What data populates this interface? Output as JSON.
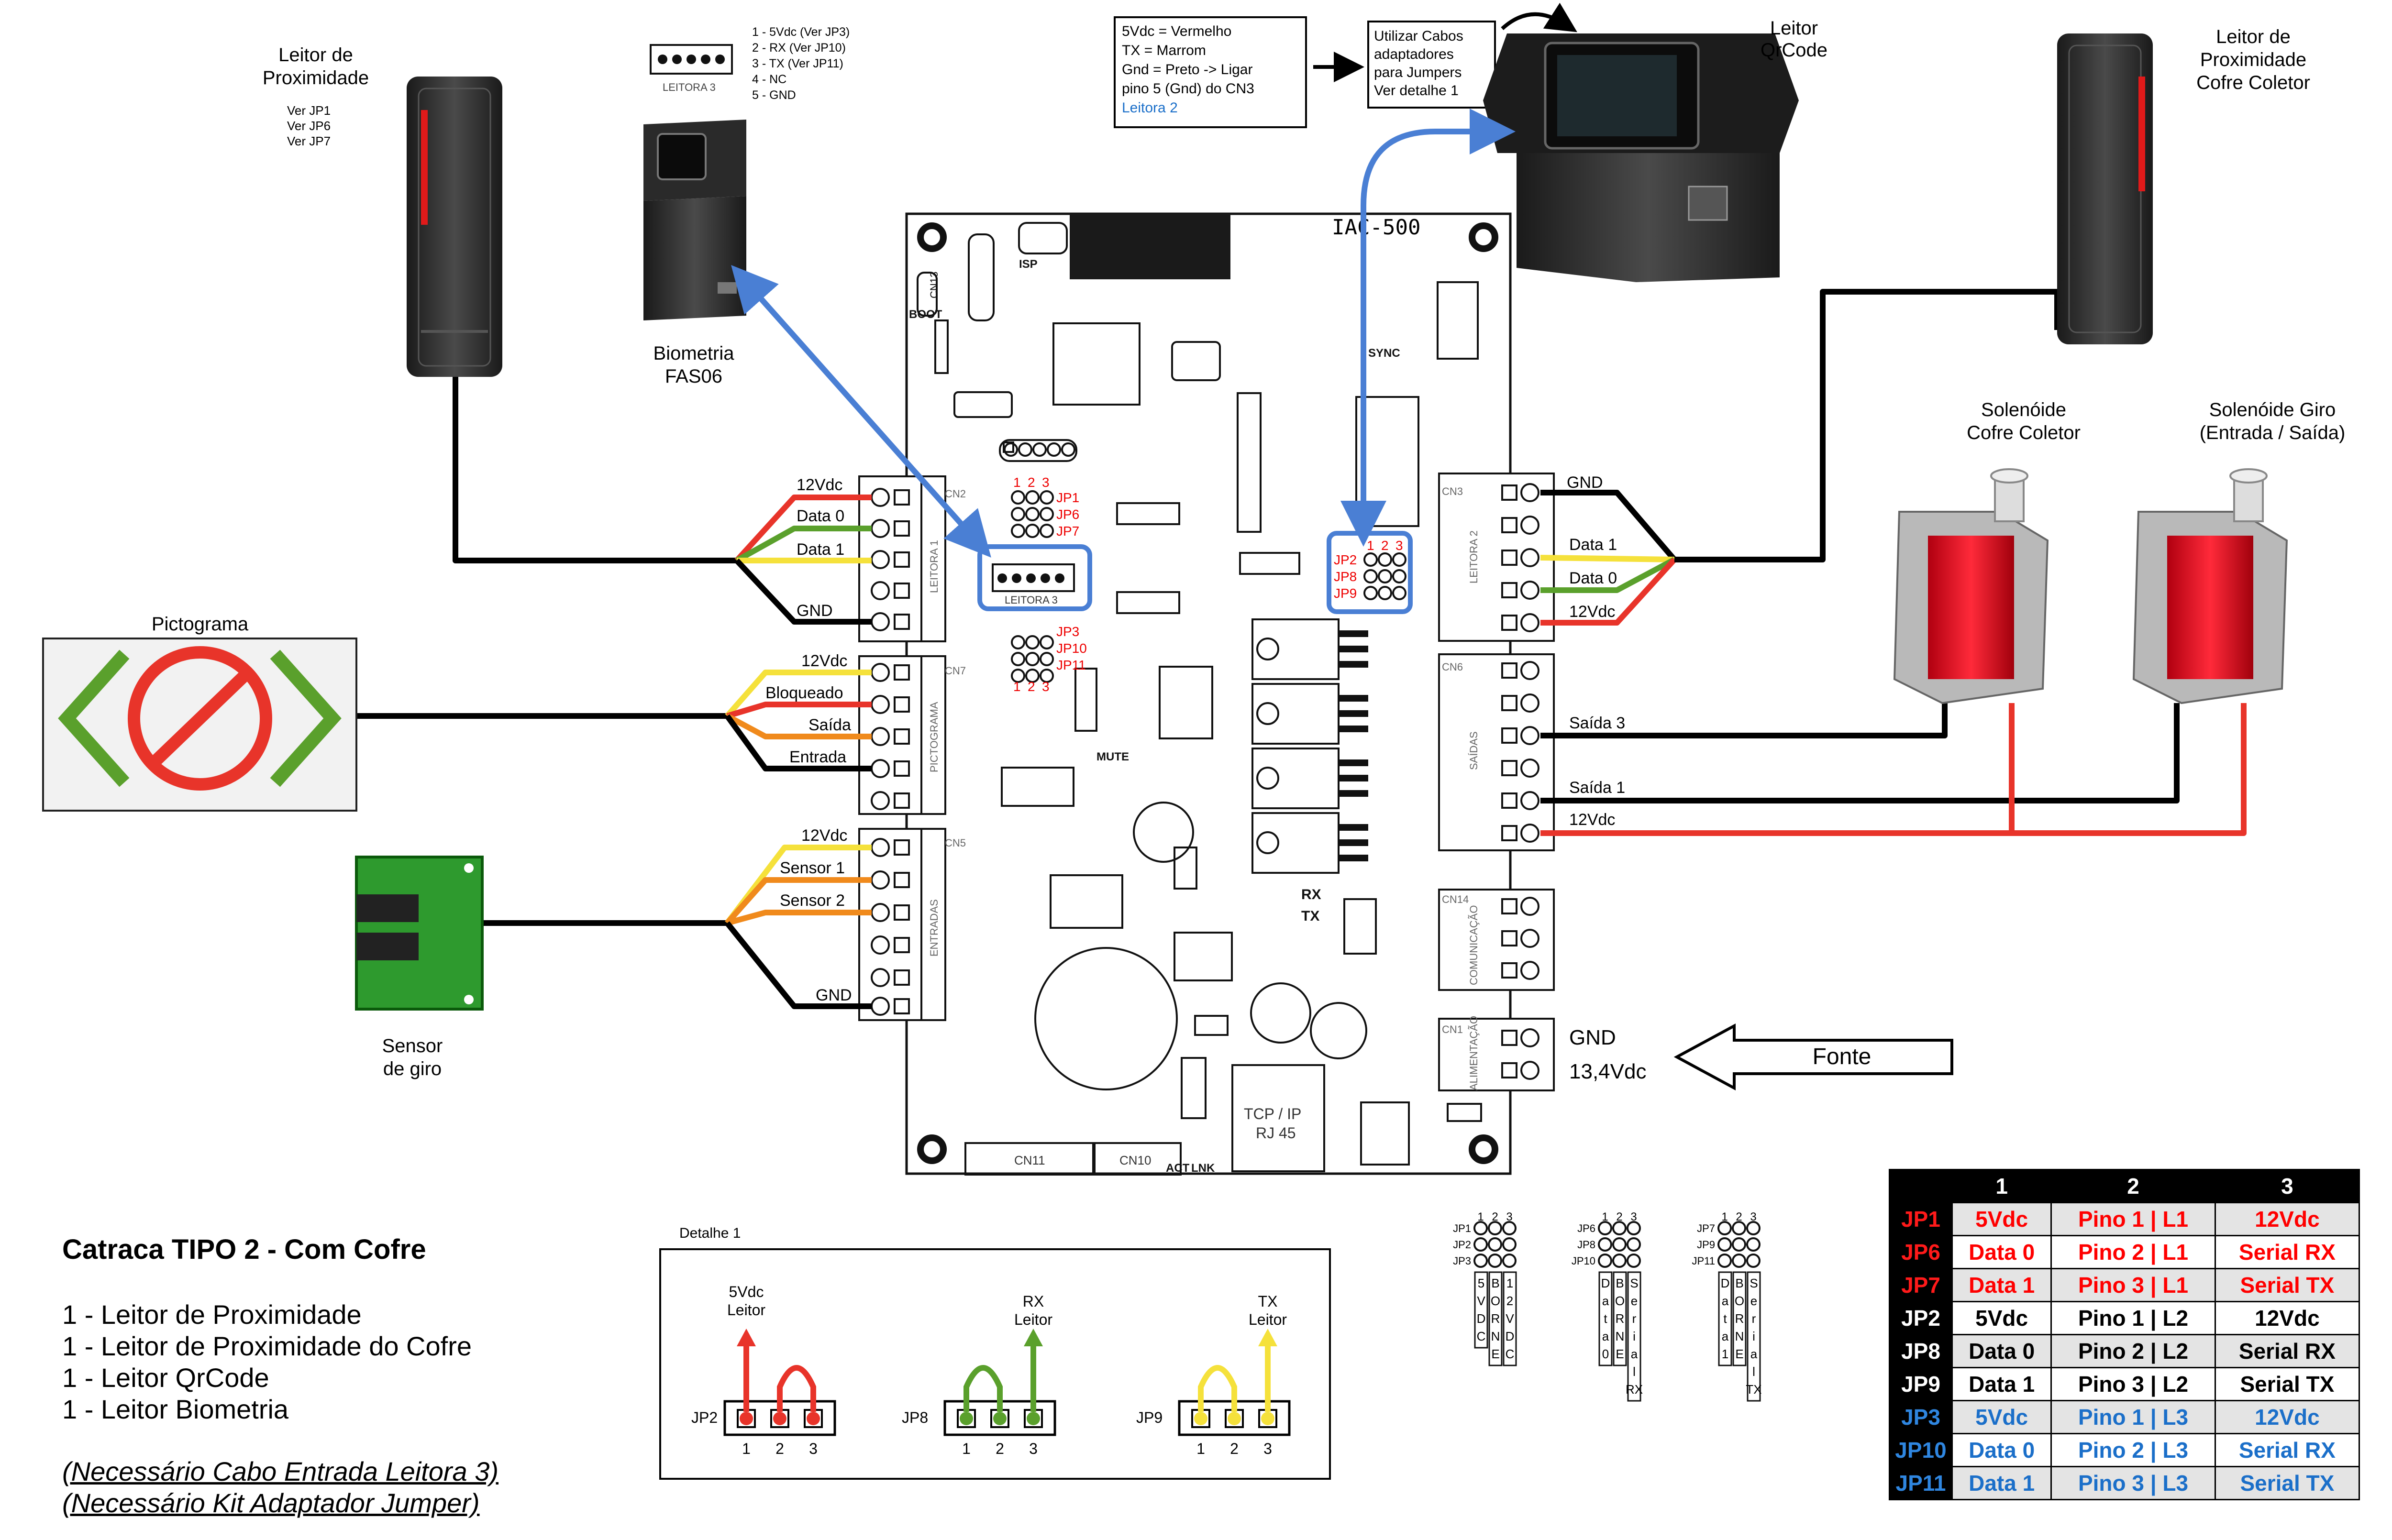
{
  "board": {
    "model": "IAC-500",
    "cn": {
      "cn2": "CN2",
      "cn7": "CN7",
      "cn5": "CN5",
      "cn3": "CN3",
      "cn6": "CN6",
      "cn14": "CN14",
      "cn1": "CN1",
      "cn11": "CN11",
      "cn10": "CN10",
      "cn13": "CN13"
    },
    "side": {
      "leitora1": "LEITORA 1",
      "pictograma": "PICTOGRAMA",
      "entradas": "ENTRADAS",
      "leitora2": "LEITORA 2",
      "saidas": "SAÍDAS",
      "comunicacao": "COMUNICAÇÃO",
      "alimentacao": "ALIMENTAÇÃO"
    },
    "marks": {
      "isp": "ISP",
      "boot": "BOOT",
      "sync": "SYNC",
      "mute": "MUTE",
      "rx": "RX",
      "tx": "TX",
      "act": "ACT",
      "lnk": "LNK",
      "leitora3": "LEITORA 3",
      "tcp1": "TCP / IP",
      "tcp2": "RJ 45"
    },
    "jp_left_top": [
      "JP1",
      "JP6",
      "JP7"
    ],
    "jp_left_bottom": [
      "JP3",
      "JP10",
      "JP11"
    ],
    "jp_right": [
      "JP2",
      "JP8",
      "JP9"
    ],
    "pin_nums": [
      "1",
      "2",
      "3"
    ]
  },
  "wires": {
    "cn2": [
      "12Vdc",
      "Data 0",
      "Data 1",
      "GND"
    ],
    "cn7": [
      "12Vdc",
      "Bloqueado",
      "Saída",
      "Entrada"
    ],
    "cn5": [
      "12Vdc",
      "Sensor 1",
      "Sensor 2",
      "GND"
    ],
    "cn3": [
      "GND",
      "Data 1",
      "Data 0",
      "12Vdc"
    ],
    "cn6": [
      "Saída 3",
      "Saída 1",
      "12Vdc"
    ],
    "cn1": [
      "GND",
      "13,4Vdc"
    ]
  },
  "devices": {
    "prox1": {
      "l1": "Leitor de",
      "l2": "Proximidade",
      "jp": [
        "Ver JP1",
        "Ver JP6",
        "Ver JP7"
      ]
    },
    "bio": {
      "l1": "Biometria",
      "l2": "FAS06",
      "conn": "LEITORA 3",
      "pins": [
        "1 - 5Vdc (Ver JP3)",
        "2 - RX    (Ver JP10)",
        "3 - TX    (Ver JP11)",
        "4 - NC",
        "5 - GND"
      ]
    },
    "qr_note": {
      "lines": [
        "5Vdc = Vermelho",
        "TX = Marrom",
        "Gnd = Preto -> Ligar",
        "pino 5 (Gnd) do CN3"
      ],
      "blue": "Leitora 2"
    },
    "cable_note": {
      "lines": [
        "Utilizar Cabos",
        "adaptadores",
        "para Jumpers",
        "Ver detalhe 1"
      ]
    },
    "qr": {
      "l1": "Leitor",
      "l2": "QrCode"
    },
    "prox2": {
      "l1": "Leitor de",
      "l2": "Proximidade",
      "l3": "Cofre Coletor"
    },
    "sol1": {
      "l1": "Solenóide",
      "l2": "Cofre Coletor"
    },
    "sol2": {
      "l1": "Solenóide Giro",
      "l2": "(Entrada / Saída)"
    },
    "picto": "Pictograma",
    "sensor": {
      "l1": "Sensor",
      "l2": "de giro"
    },
    "fonte": "Fonte"
  },
  "detail": {
    "title": "Detalhe 1",
    "groups": [
      {
        "jp": "JP2",
        "label": [
          "5Vdc",
          "Leitor"
        ],
        "pins": [
          "1",
          "2",
          "3"
        ]
      },
      {
        "jp": "JP8",
        "label": [
          "RX",
          "Leitor"
        ],
        "pins": [
          "1",
          "2",
          "3"
        ]
      },
      {
        "jp": "JP9",
        "label": [
          "TX",
          "Leitor"
        ],
        "pins": [
          "1",
          "2",
          "3"
        ]
      }
    ]
  },
  "mini": [
    {
      "jps": [
        "JP1",
        "JP2",
        "JP3"
      ],
      "cols": [
        [
          "5",
          "V",
          "D",
          "C"
        ],
        [
          "B",
          "O",
          "R",
          "N",
          "E"
        ],
        [
          "1",
          "2",
          "V",
          "D",
          "C"
        ]
      ]
    },
    {
      "jps": [
        "JP6",
        "JP8",
        "JP10"
      ],
      "cols": [
        [
          "D",
          "a",
          "t",
          "a",
          "0"
        ],
        [
          "B",
          "O",
          "R",
          "N",
          "E"
        ],
        [
          "S",
          "e",
          "r",
          "i",
          "a",
          "l",
          "RX"
        ]
      ]
    },
    {
      "jps": [
        "JP7",
        "JP9",
        "JP11"
      ],
      "cols": [
        [
          "D",
          "a",
          "t",
          "a",
          "1"
        ],
        [
          "B",
          "O",
          "R",
          "N",
          "E"
        ],
        [
          "S",
          "e",
          "r",
          "i",
          "a",
          "l",
          "TX"
        ]
      ]
    }
  ],
  "notes": {
    "title": "Catraca TIPO 2 - Com Cofre",
    "items": [
      "1 - Leitor de Proximidade",
      "1 - Leitor de Proximidade do Cofre",
      "1 - Leitor QrCode",
      "1 - Leitor Biometria"
    ],
    "req": [
      "(Necessário Cabo Entrada Leitora 3)",
      "(Necessário Kit Adaptador Jumper)"
    ]
  },
  "table": {
    "header": [
      "",
      "1",
      "2",
      "3"
    ],
    "rows": [
      {
        "jp": "JP1",
        "c": [
          "5Vdc",
          "Pino 1 | L1",
          "12Vdc"
        ],
        "color": "red"
      },
      {
        "jp": "JP6",
        "c": [
          "Data 0",
          "Pino 2 | L1",
          "Serial RX"
        ],
        "color": "red"
      },
      {
        "jp": "JP7",
        "c": [
          "Data 1",
          "Pino 3 | L1",
          "Serial TX"
        ],
        "color": "red"
      },
      {
        "jp": "JP2",
        "c": [
          "5Vdc",
          "Pino 1 | L2",
          "12Vdc"
        ],
        "color": "blk"
      },
      {
        "jp": "JP8",
        "c": [
          "Data 0",
          "Pino 2 | L2",
          "Serial RX"
        ],
        "color": "blk"
      },
      {
        "jp": "JP9",
        "c": [
          "Data 1",
          "Pino 3 | L2",
          "Serial TX"
        ],
        "color": "blk"
      },
      {
        "jp": "JP3",
        "c": [
          "5Vdc",
          "Pino 1 | L3",
          "12Vdc"
        ],
        "color": "blu"
      },
      {
        "jp": "JP10",
        "c": [
          "Data 0",
          "Pino 2 | L3",
          "Serial RX"
        ],
        "color": "blu"
      },
      {
        "jp": "JP11",
        "c": [
          "Data 1",
          "Pino 3 | L3",
          "Serial TX"
        ],
        "color": "blu"
      }
    ]
  },
  "colors": {
    "red": "#e8342a",
    "green": "#5aa02c",
    "yellow": "#f5e13b",
    "orange": "#f08a1c",
    "black": "#000000",
    "blue": "#4a7fd4",
    "jp_red": "#ff0000",
    "jp_blue": "#1b6fc9"
  }
}
